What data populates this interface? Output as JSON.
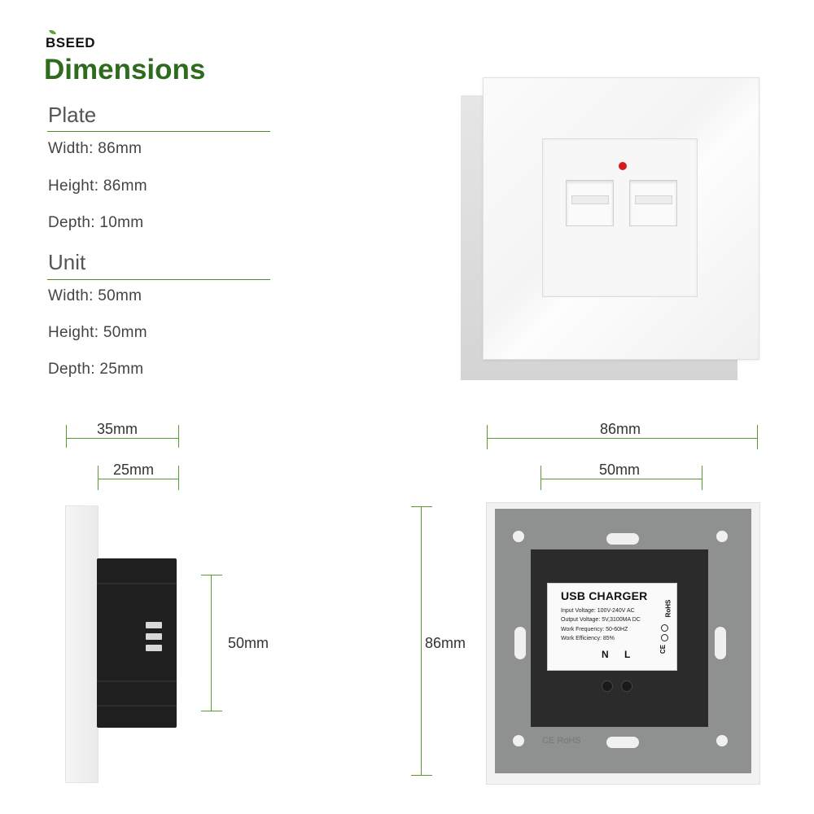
{
  "brand": "BSEED",
  "title": "Dimensions",
  "plate": {
    "heading": "Plate",
    "width": "Width: 86mm",
    "height": "Height: 86mm",
    "depth": "Depth: 10mm"
  },
  "unit": {
    "heading": "Unit",
    "width": "Width: 50mm",
    "height": "Height: 50mm",
    "depth": "Depth: 25mm"
  },
  "side_view": {
    "total_depth": "35mm",
    "unit_depth": "25mm",
    "unit_height": "50mm"
  },
  "back_view": {
    "plate_width": "86mm",
    "unit_width": "50mm",
    "plate_height": "86mm",
    "charger_label": {
      "title": "USB CHARGER",
      "input": "Input Voltage: 100V-240V  AC",
      "output": "Output Voltage: 5V,3100MA  DC",
      "frequency": "Work Frequency: 50-60HZ",
      "efficiency": "Work Efficiency: 85%",
      "terminals": "N L",
      "rohs": "RoHS",
      "ce": "CE"
    },
    "frame_mark": "CE RoHS"
  },
  "colors": {
    "accent_green": "#2e6b1f",
    "line_green": "#5a9a35",
    "led_red": "#d31b1b"
  }
}
